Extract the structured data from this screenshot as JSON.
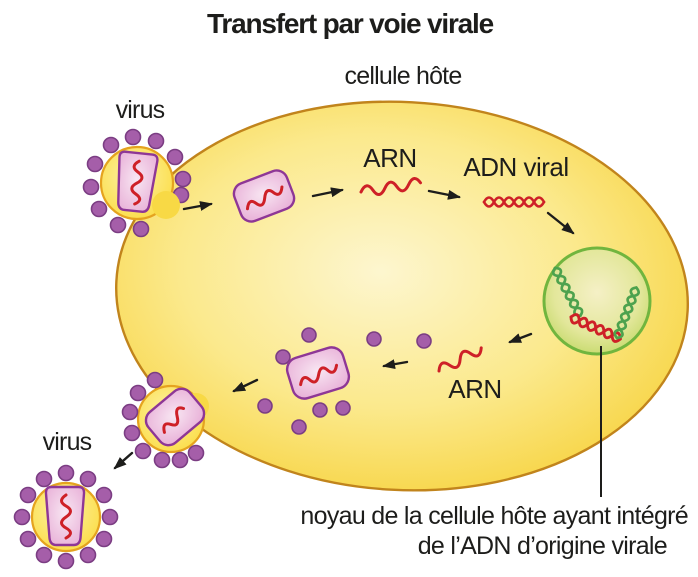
{
  "title": "Transfert par voie virale",
  "labels": {
    "host_cell": "cellule hôte",
    "virus_entry": "virus",
    "virus_exit": "virus",
    "rna_entry": "ARN",
    "viral_dna": "ADN viral",
    "rna_exit": "ARN",
    "caption_line1": "noyau de la cellule hôte ayant intégré",
    "caption_line2": "de l’ADN d’origine virale"
  },
  "icons": {
    "host_cell": "large-yellow-ellipse",
    "virion": "yellow-sphere-with-purple-spikes",
    "capsid": "pink-rounded-trapezoid-with-red-rna",
    "rna": "red-wavy-line",
    "viral_dna": "red-double-helix-squiggle",
    "nucleus": "green-circle-with-v-shaped-chromatin",
    "integrated_dna": "red-helix-segment-in-green-chromatin",
    "flow_arrows": 8
  },
  "colors": {
    "ink": "#1d1d1b",
    "cell_fill": "#f7d23c",
    "cell_fill_mid": "#fbe98c",
    "cell_fill_light": "#fdf6cf",
    "cell_border": "#c1841c",
    "virus_fill": "#fbdc43",
    "virus_fill_light": "#fdf2a6",
    "virus_border": "#e5a31f",
    "spike_fill": "#a55ea9",
    "spike_border": "#7b3d83",
    "capsid_fill": "#e9b3d9",
    "capsid_fill_light": "#f8e6f2",
    "capsid_border": "#8e3796",
    "rna_red": "#ce2027",
    "nucleus_fill": "#c4d969",
    "nucleus_fill_mid": "#e3e79b",
    "nucleus_fill_light": "#f5f0c6",
    "nucleus_border": "#71b53e",
    "dna_green": "#4da24e"
  }
}
